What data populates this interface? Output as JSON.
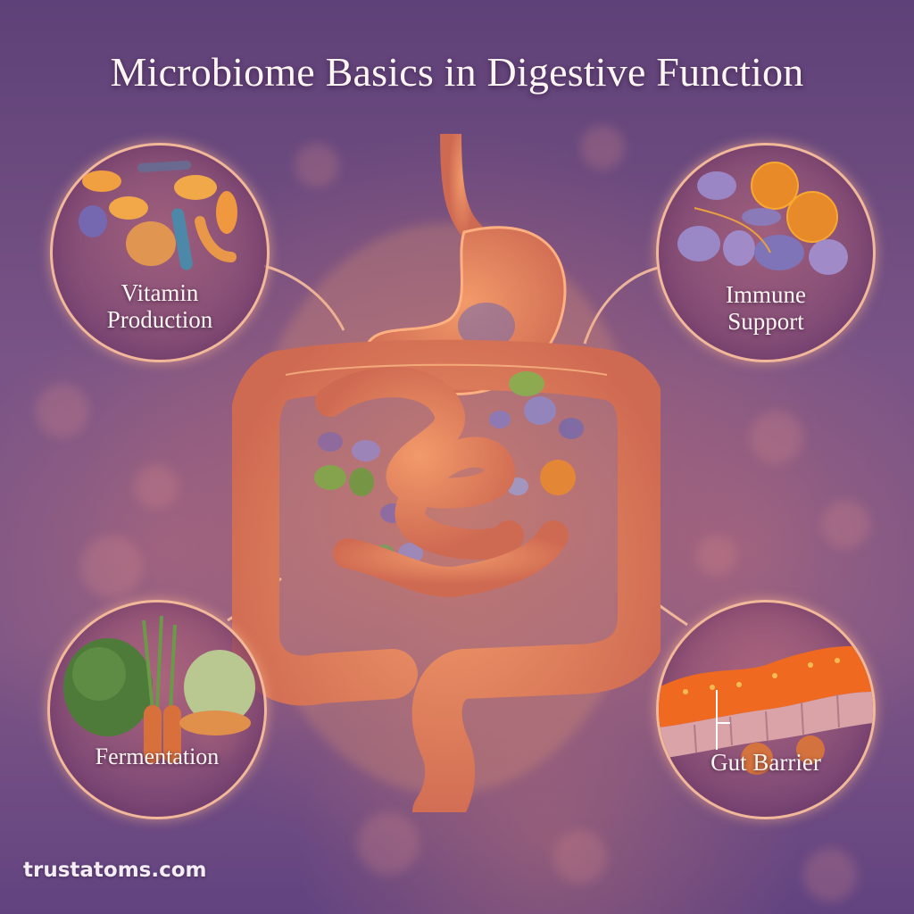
{
  "title": "Microbiome Basics in Digestive Function",
  "center_illustration": {
    "subject": "human digestive system (stomach, small and large intestine) with gut microbes",
    "icon": "digestive-system-icon"
  },
  "nodes": [
    {
      "id": "vitamin",
      "label_lines": [
        "Vitamin",
        "Production"
      ],
      "icon": "bacteria-icon"
    },
    {
      "id": "immune",
      "label_lines": [
        "Immune",
        "Support"
      ],
      "icon": "immune-cells-icon"
    },
    {
      "id": "ferment",
      "label_lines": [
        "Fermentation"
      ],
      "icon": "vegetables-icon"
    },
    {
      "id": "barrier",
      "label_lines": [
        "Gut Barrier"
      ],
      "icon": "intestinal-lining-icon"
    }
  ],
  "watermark": "trustatoms.com",
  "colors": {
    "background_purple": "#6a4a7e",
    "organ_orange": "#e07a55",
    "ring": "#f2b89a",
    "text": "#fff6f3"
  }
}
